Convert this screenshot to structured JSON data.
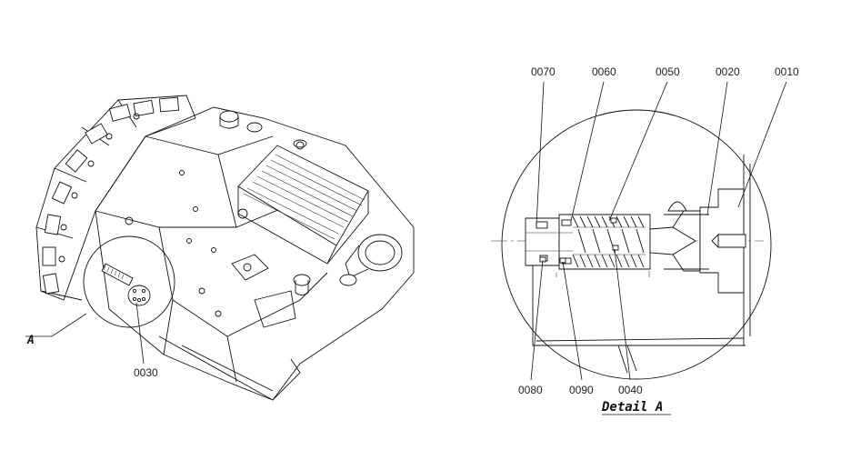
{
  "diagram": {
    "left_view": {
      "detail_marker": "A",
      "callouts": [
        "0030"
      ]
    },
    "detail_view": {
      "caption": "Detail A",
      "top_callouts": [
        "0070",
        "0060",
        "0050",
        "0020",
        "0010"
      ],
      "bottom_callouts": [
        "0080",
        "0090",
        "0040"
      ]
    }
  }
}
